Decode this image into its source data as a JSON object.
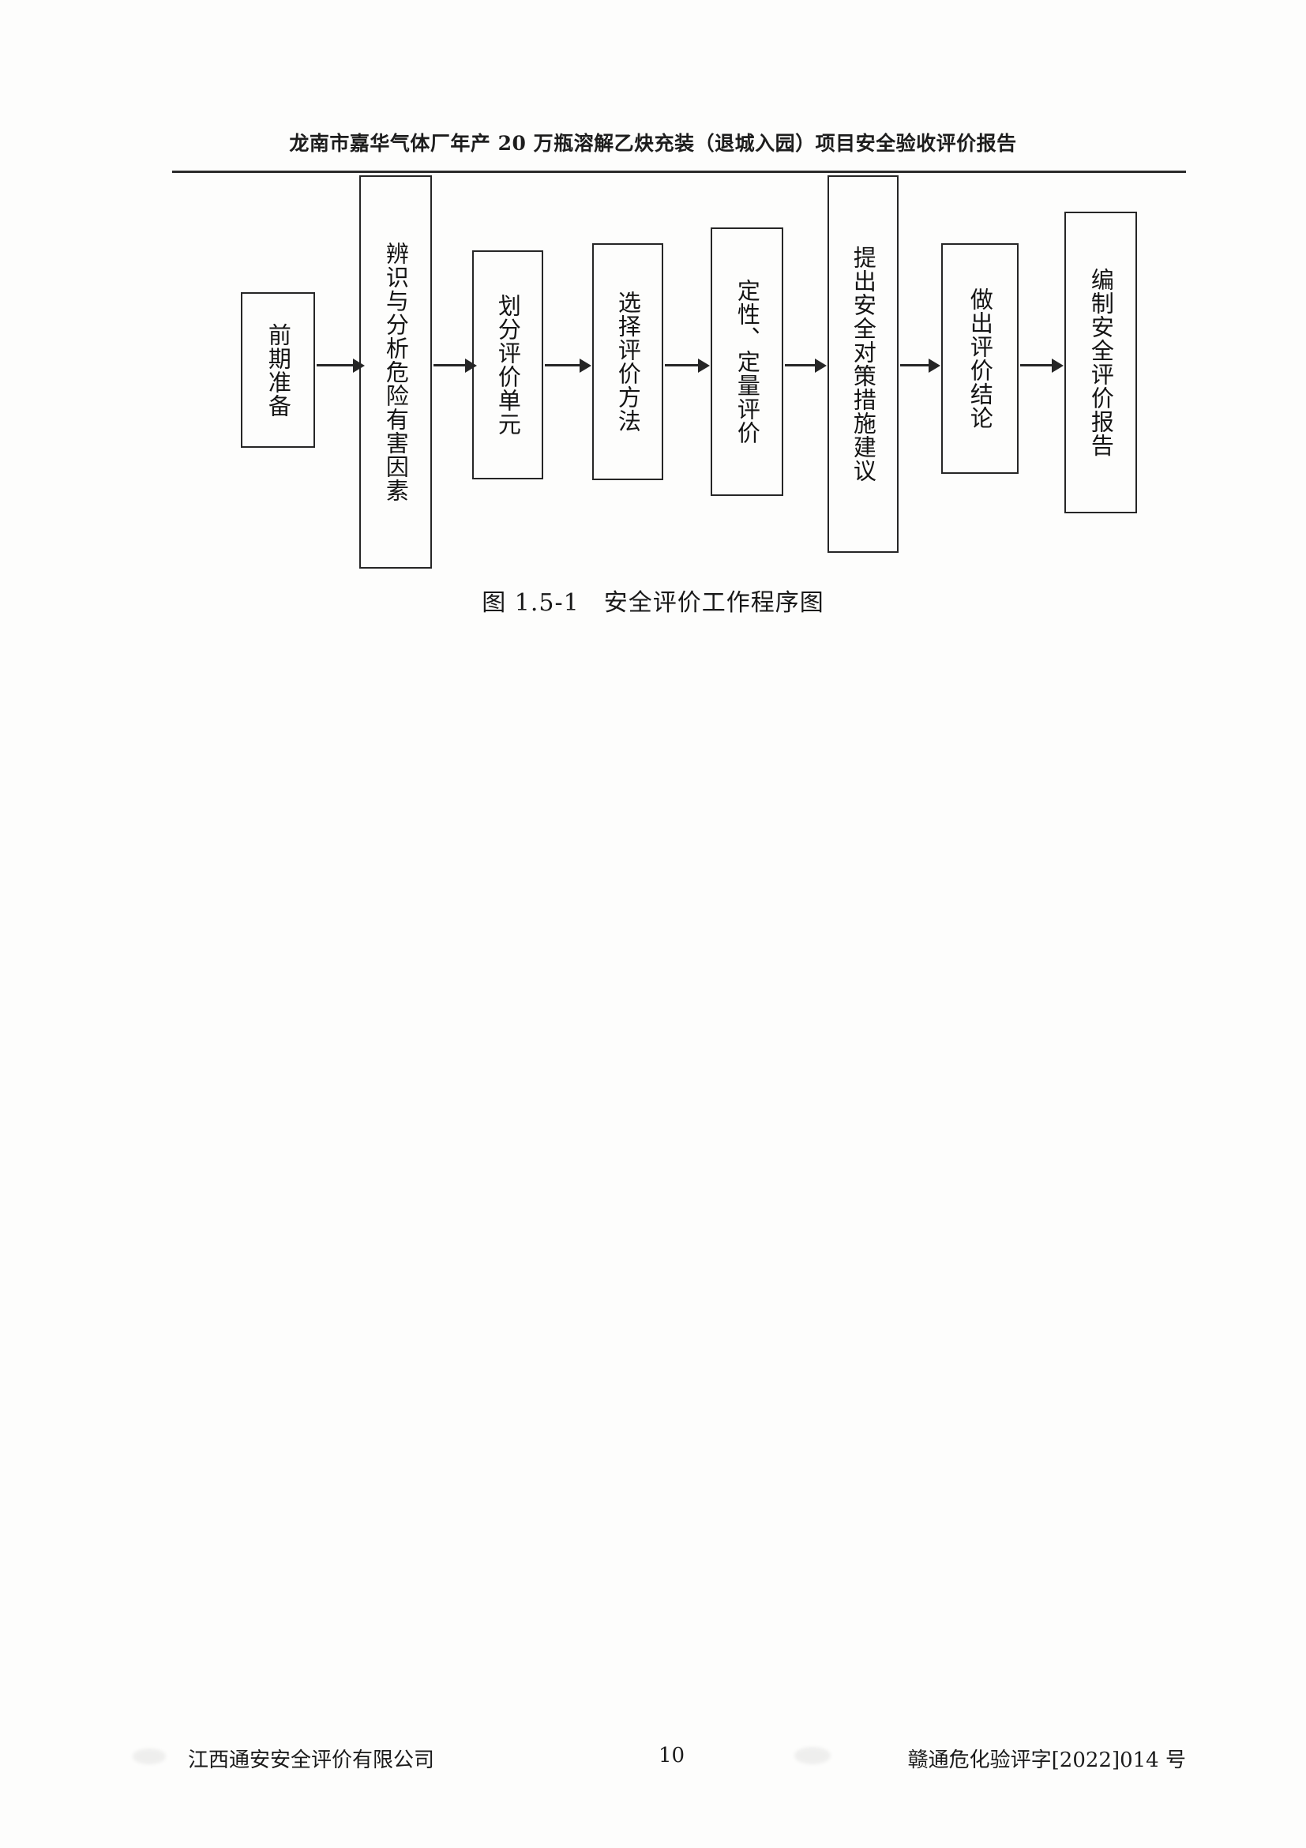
{
  "header": {
    "title": "龙南市嘉华气体厂年产 20 万瓶溶解乙炔充装（退城入园）项目安全验收评价报告"
  },
  "figure": {
    "caption": "图 1.5-1　安全评价工作程序图",
    "nodes": [
      {
        "id": "n1",
        "label": "前期准备"
      },
      {
        "id": "n2",
        "label": "辨识与分析危险有害因素"
      },
      {
        "id": "n3",
        "label": "划分评价单元"
      },
      {
        "id": "n4",
        "label": "选择评价方法"
      },
      {
        "id": "n5",
        "label": "定性、定量评价"
      },
      {
        "id": "n6",
        "label": "提出安全对策措施建议"
      },
      {
        "id": "n7",
        "label": "做出评价结论"
      },
      {
        "id": "n8",
        "label": "编制安全评价报告"
      }
    ]
  },
  "footer": {
    "company": "江西通安安全评价有限公司",
    "page_number": "10",
    "doc_number": "赣通危化验评字[2022]014 号"
  },
  "colors": {
    "ink": "#262626",
    "paper": "#fdfdfc"
  }
}
